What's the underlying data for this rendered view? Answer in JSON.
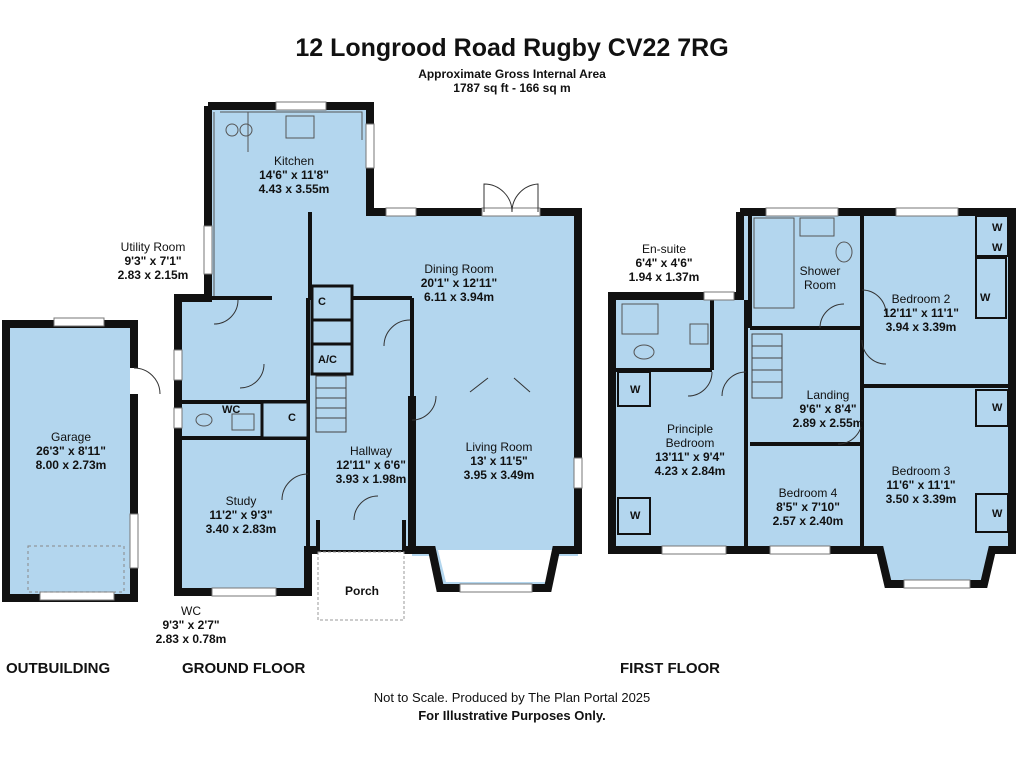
{
  "title": "12 Longrood Road Rugby CV22 7RG",
  "subtitle": "Approximate Gross Internal Area",
  "area": "1787 sq ft - 166 sq m",
  "rooms": {
    "kitchen": {
      "name": "Kitchen",
      "imperial": "14'6\" x 11'8\"",
      "metric": "4.43 x 3.55m"
    },
    "utility": {
      "name": "Utility Room",
      "imperial": "9'3\" x 7'1\"",
      "metric": "2.83 x 2.15m"
    },
    "dining": {
      "name": "Dining Room",
      "imperial": "20'1\" x 12'11\"",
      "metric": "6.11 x 3.94m"
    },
    "living": {
      "name": "Living Room",
      "imperial": "13' x 11'5\"",
      "metric": "3.95 x 3.49m"
    },
    "hallway": {
      "name": "Hallway",
      "imperial": "12'11\" x 6'6\"",
      "metric": "3.93 x 1.98m"
    },
    "study": {
      "name": "Study",
      "imperial": "11'2\" x 9'3\"",
      "metric": "3.40 x 2.83m"
    },
    "garage": {
      "name": "Garage",
      "imperial": "26'3\" x 8'11\"",
      "metric": "8.00 x 2.73m"
    },
    "wc_down": {
      "name": "WC",
      "imperial": "9'3\" x 2'7\"",
      "metric": "2.83 x 0.78m"
    },
    "porch": {
      "name": "Porch"
    },
    "ensuite": {
      "name": "En-suite",
      "imperial": "6'4\" x 4'6\"",
      "metric": "1.94 x 1.37m"
    },
    "shower": {
      "name": "Shower Room"
    },
    "bed2": {
      "name": "Bedroom 2",
      "imperial": "12'11\" x 11'1\"",
      "metric": "3.94 x 3.39m"
    },
    "principal": {
      "name": "Principle Bedroom",
      "imperial": "13'11\" x 9'4\"",
      "metric": "4.23 x 2.84m"
    },
    "landing": {
      "name": "Landing",
      "imperial": "9'6\" x 8'4\"",
      "metric": "2.89 x 2.55m"
    },
    "bed3": {
      "name": "Bedroom 3",
      "imperial": "11'6\" x 11'1\"",
      "metric": "3.50 x 3.39m"
    },
    "bed4": {
      "name": "Bedroom 4",
      "imperial": "8'5\" x 7'10\"",
      "metric": "2.57 x 2.40m"
    }
  },
  "markers": {
    "wc": "WC",
    "cupboard": "C",
    "ac": "A/C",
    "wardrobe": "W"
  },
  "sections": {
    "outbuilding": "OUTBUILDING",
    "ground": "GROUND FLOOR",
    "first": "FIRST FLOOR"
  },
  "footer": {
    "scale_note": "Not to Scale. Produced by The Plan Portal 2025",
    "purpose": "For Illustrative Purposes Only."
  },
  "colors": {
    "room_fill": "#b3d6ee",
    "wall": "#111111",
    "window": "#ffffff",
    "fixture_line": "#555555"
  }
}
